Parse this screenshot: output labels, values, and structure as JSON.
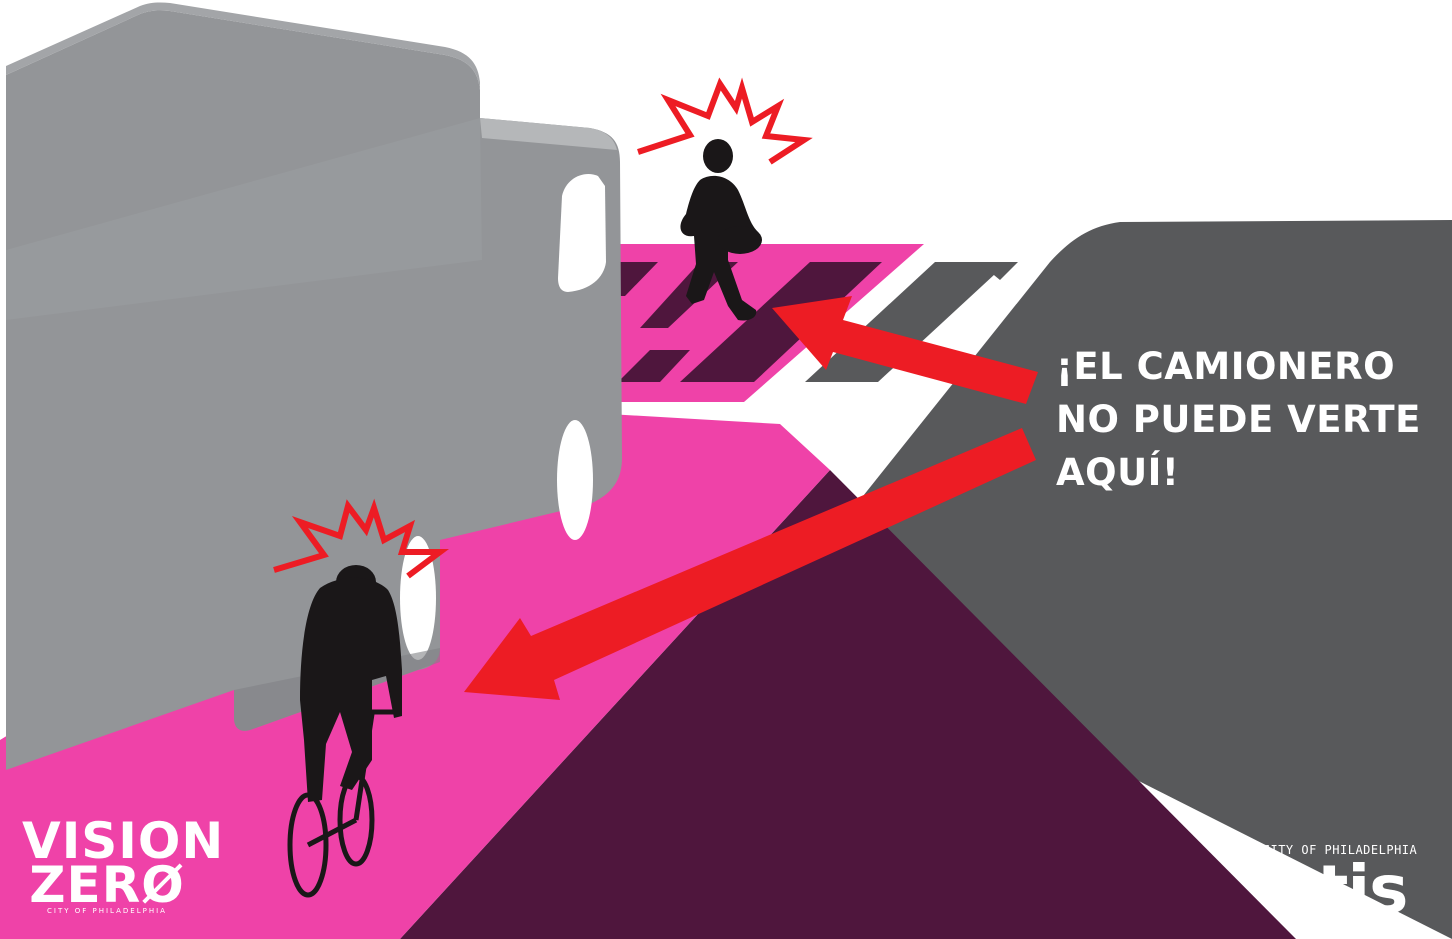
{
  "colors": {
    "truck": "#939598",
    "truck_dark": "#7d7f82",
    "pink": "#ef42a8",
    "plum": "#4f163d",
    "street": "#58595b",
    "arrow": "#ed1c24",
    "burst": "#ed1c24",
    "silhouette": "#1a1718"
  },
  "icons": [
    "truck-icon",
    "pedestrian-icon",
    "cyclist-icon",
    "alert-burst-icon",
    "arrow-icon"
  ],
  "warning": {
    "lines": [
      "¡EL CAMIONERO",
      "NO PUEDE VERTE",
      "AQUÍ!"
    ]
  },
  "vision_zero": {
    "line1": "VISION",
    "line2": "ZERØ",
    "tagline": "CITY OF PHILADELPHIA"
  },
  "otis": {
    "city": "CITY OF PHILADELPHIA",
    "word": "otis"
  }
}
